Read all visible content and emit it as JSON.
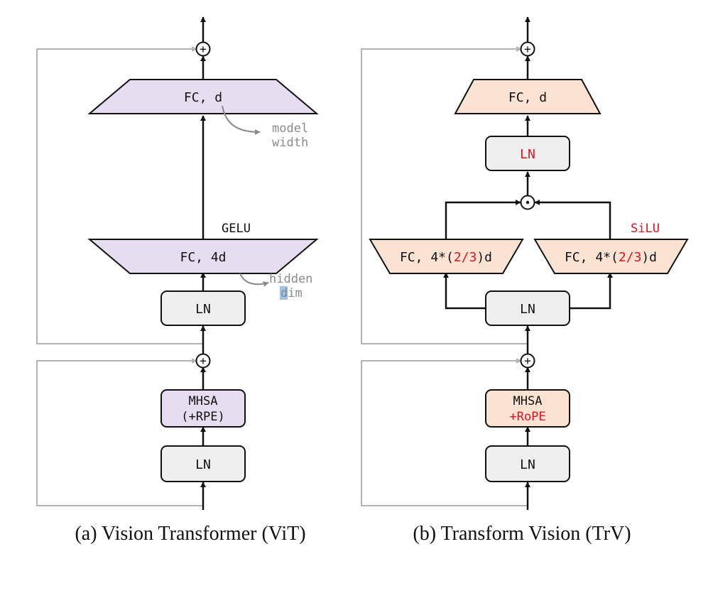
{
  "colors": {
    "vit_fill": "#e6ddf0",
    "trv_fill": "#fbe3d4",
    "ln_fill": "#efefef",
    "stroke": "#111111",
    "residual": "#b3b3b3",
    "annot": "#8a8a8a",
    "highlight": "#e0141e",
    "select": "#9cc3e6"
  },
  "vit": {
    "caption": "(a) Vision Transformer (ViT)",
    "fc_top": "FC, d",
    "fc_bottom": "FC, 4d",
    "activation": "GELU",
    "ln_upper": "LN",
    "attn_line1": "MHSA",
    "attn_line2": "(+RPE)",
    "ln_lower": "LN",
    "annot_model_1": "model",
    "annot_model_2": "width",
    "annot_hidden_1": "hidden",
    "annot_hidden_2_sel": "d",
    "annot_hidden_2_rest": "im"
  },
  "trv": {
    "caption": "(b) Transform Vision (TrV)",
    "fc_top": "FC, d",
    "ln_top": "LN",
    "fc_left_a": "FC, 4*(",
    "fc_left_b": "2/3",
    "fc_left_c": ")d",
    "fc_right_a": "FC, 4*(",
    "fc_right_b": "2/3",
    "fc_right_c": ")d",
    "activation": "SiLU",
    "ln_mid": "LN",
    "attn_line1": "MHSA",
    "attn_line2": "+RoPE",
    "ln_lower": "LN"
  },
  "symbols": {
    "add": "+",
    "mul": "·"
  }
}
